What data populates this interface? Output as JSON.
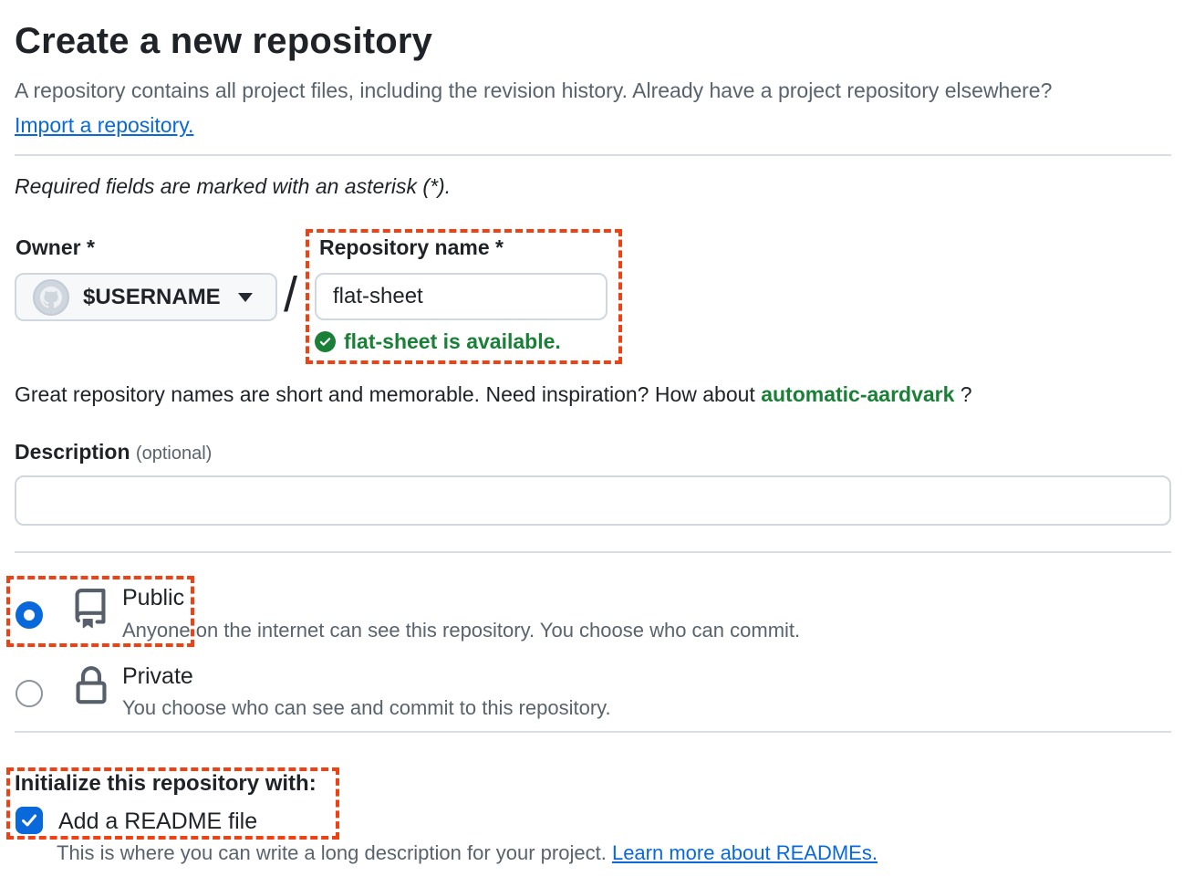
{
  "page": {
    "title": "Create a new repository",
    "intro_text": "A repository contains all project files, including the revision history. Already have a project repository elsewhere? ",
    "import_link_label": "Import a repository.",
    "required_note": "Required fields are marked with an asterisk (*)."
  },
  "owner_field": {
    "label": "Owner *",
    "selected_owner": "$USERNAME",
    "avatar_icon": "octocat-avatar-icon",
    "caret_icon": "chevron-down-icon"
  },
  "name_separator": "/",
  "repo_name_field": {
    "label": "Repository name *",
    "value": "flat-sheet",
    "availability_icon": "check-circle-icon",
    "availability_message": "flat-sheet is available."
  },
  "suggestion_line": {
    "prefix": "Great repository names are short and memorable. Need inspiration? How about ",
    "suggested_name": "automatic-aardvark",
    "suffix": " ?"
  },
  "description_field": {
    "label": "Description ",
    "optional_hint": "(optional)",
    "value": ""
  },
  "visibility_options": {
    "public": {
      "label": "Public",
      "description": "Anyone on the internet can see this repository. You choose who can commit.",
      "icon": "repo-book-icon",
      "selected": true
    },
    "private": {
      "label": "Private",
      "description": "You choose who can see and commit to this repository.",
      "icon": "lock-icon",
      "selected": false
    }
  },
  "initialize_section": {
    "heading": "Initialize this repository with:",
    "readme_checkbox": {
      "label": "Add a README file",
      "checked": true,
      "icon": "checkmark-icon"
    },
    "readme_note": "This is where you can write a long description for your project. ",
    "readme_link_label": "Learn more about READMEs."
  },
  "annotations": {
    "color": "#ee4214",
    "style": "dashed-box",
    "targets": [
      "repository-name-group",
      "public-visibility-option",
      "initialize-readme-group"
    ]
  },
  "colors": {
    "text_primary": "#1f2328",
    "text_muted": "#59636e",
    "link": "#0969da",
    "success_green": "#1a7f37",
    "accent_blue": "#0969da",
    "border": "#d0d7de",
    "button_background": "#f6f8fa",
    "annotation": "#ee4214"
  }
}
